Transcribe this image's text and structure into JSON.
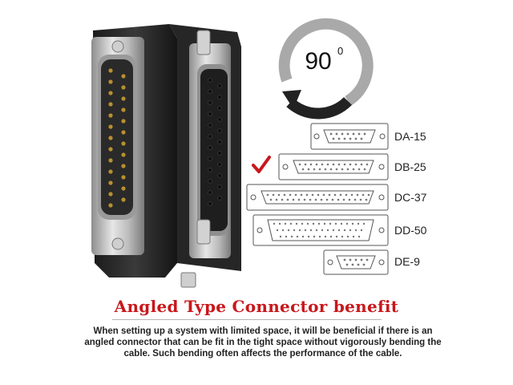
{
  "rotation": {
    "value": "90",
    "unit": "0"
  },
  "connectors": [
    {
      "label": "DA-15",
      "checked": false
    },
    {
      "label": "DB-25",
      "checked": true
    },
    {
      "label": "DC-37",
      "checked": false
    },
    {
      "label": "DD-50",
      "checked": false
    },
    {
      "label": "DE-9",
      "checked": false
    }
  ],
  "heading": "Angled Type Connector benefit",
  "description": "When setting up a system with limited space, it will be beneficial if there is an angled connector that can be fit in the tight space without vigorously bending the cable. Such bending often affects the performance of the cable.",
  "colors": {
    "heading": "#c8171b",
    "check": "#c8171b",
    "arrow": "#222222"
  }
}
